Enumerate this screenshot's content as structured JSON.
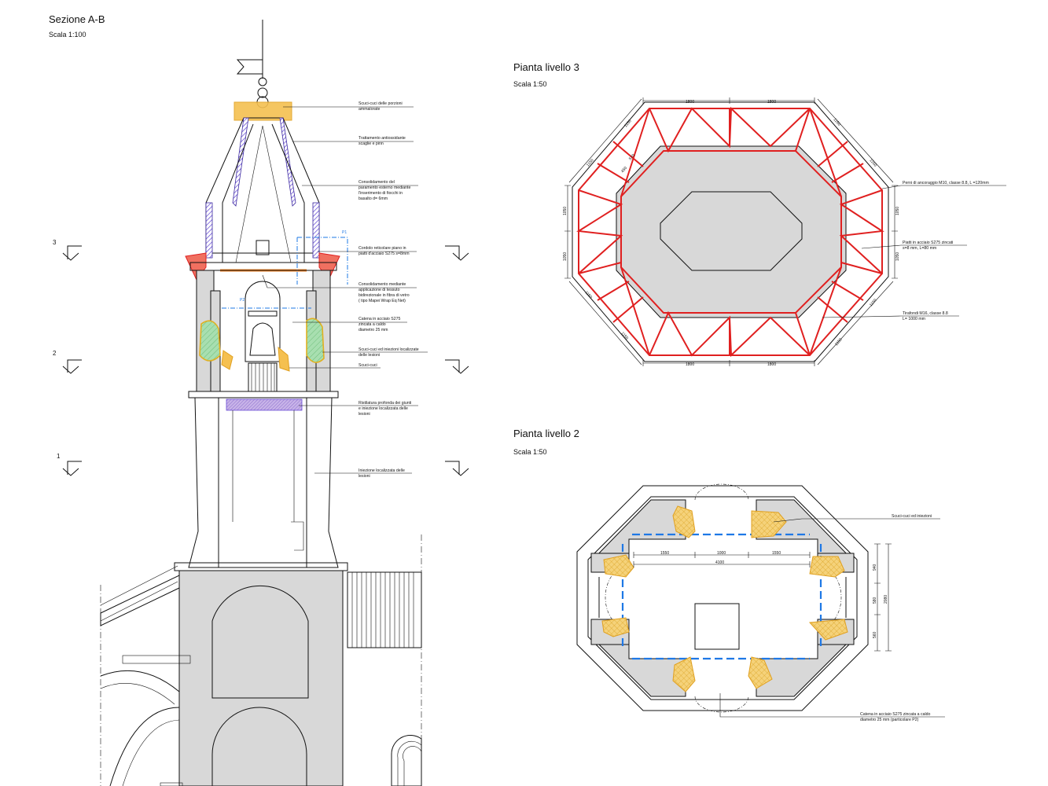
{
  "section": {
    "title": "Sezione A-B",
    "scale": "Scala 1:100",
    "cut_labels": [
      "3",
      "2",
      "1"
    ],
    "detail_tags": [
      "P1",
      "P2"
    ],
    "notes": [
      [
        "Scuci-cuci delle porzioni",
        "ammalorate"
      ],
      [
        "Trattamento antiossidante",
        "scaglie e pinn"
      ],
      [
        "Consolidamento del",
        "paramento esterno mediante",
        "l'inserimento di fiocchi in",
        "basalto d= 6mm"
      ],
      [
        "Cordolo reticolare piano in",
        "piatti d'acciaio S275 s=8mm"
      ],
      [
        "Consolidamento mediante",
        "applicazione di tessuto",
        "bidirezionale in fibra di vetro",
        "( tipo Mapei Wrap Eq Net)"
      ],
      [
        "Catena in acciaio S275",
        "zincata a caldo",
        "diametro 25 mm"
      ],
      [
        "Scuci-cuci ed iniezioni localizzate",
        "delle lesioni"
      ],
      [
        "Scuci-cuci"
      ],
      [
        "Ristilatura profonda dei giunti",
        "e iniezione localizzata delle",
        "lesioni"
      ],
      [
        "Iniezione localizzata delle",
        "lesioni"
      ]
    ]
  },
  "plan3": {
    "title": "Pianta livello 3",
    "scale": "Scala 1:50",
    "dims": {
      "top": [
        "1800",
        "1800"
      ],
      "bottom": [
        "1800",
        "1800"
      ],
      "left": [
        "1050",
        "1050"
      ],
      "right": [
        "1050",
        "1050"
      ],
      "diag": [
        "1150",
        "1150",
        "1150",
        "1150",
        "1150",
        "1150",
        "1150",
        "1150"
      ],
      "inner": [
        "570",
        "450"
      ]
    },
    "notes": [
      [
        "Perni di ancoraggio M10, classe 8.8,  L =120mm"
      ],
      [
        "Piatti  in acciaio S275 zincati",
        "s=8 mm, L=80 mm"
      ],
      [
        "Tirafondi M16, classe 8.8",
        "L= 1000 mm"
      ]
    ]
  },
  "plan2": {
    "title": "Pianta livello  2",
    "scale": "Scala 1:50",
    "dims": {
      "horizontal": [
        "1550",
        "1000",
        "1550"
      ],
      "total": "4100",
      "vertical": [
        "940",
        "580",
        "560"
      ],
      "vertical_total": "2080"
    },
    "notes": [
      [
        "Scuci-cuci ed iniezioni"
      ],
      [
        "Catena in acciaio S275 zincata a caldo",
        "diametro 25 mm (particolare P2)"
      ]
    ]
  },
  "colors": {
    "repair_yellow": "#f2c14e",
    "repair_orange": "#f0a030",
    "steel_red": "#e02020",
    "tie_blue": "#1e78e6",
    "injection_green": "#9fd9a6",
    "treatment_violet": "#6a4bd6",
    "masonry_gray": "#d8d8d8"
  }
}
